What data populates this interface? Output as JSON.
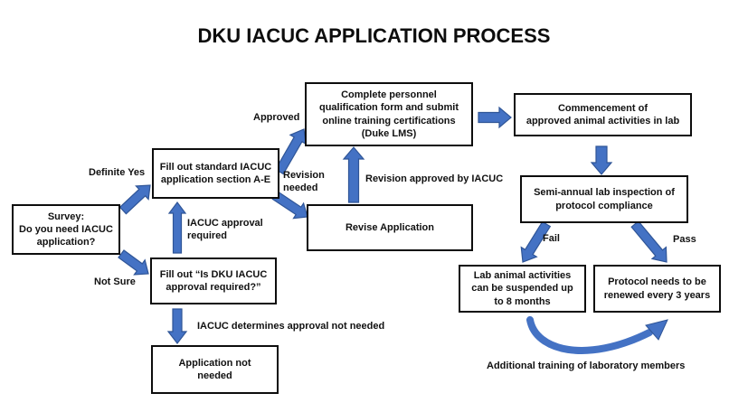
{
  "title": "DKU IACUC APPLICATION PROCESS",
  "colors": {
    "arrow_fill": "#4472C4",
    "arrow_stroke": "#2F5597",
    "box_border": "#0D0D0D",
    "text": "#111111",
    "background": "#FFFFFF"
  },
  "boxes": {
    "survey": {
      "text": "Survey:\nDo you need IACUC\napplication?"
    },
    "fill_standard": {
      "text": "Fill out standard IACUC\napplication section A-E"
    },
    "complete_personnel": {
      "text": "Complete personnel\nqualification form and submit\nonline training certifications\n(Duke LMS)"
    },
    "commencement": {
      "text": "Commencement of\napproved animal activities in lab"
    },
    "semi_annual": {
      "text": "Semi-annual lab inspection of\nprotocol compliance"
    },
    "revise": {
      "text": "Revise Application"
    },
    "fill_is_dku": {
      "text": "Fill out “Is DKU IACUC\napproval required?”"
    },
    "application_not_needed": {
      "text": "Application not\nneeded"
    },
    "lab_suspended": {
      "text": "Lab animal activities\ncan be suspended up\nto 8 months"
    },
    "protocol_renewed": {
      "text": "Protocol needs to be\nrenewed every 3 years"
    }
  },
  "labels": {
    "definite_yes": "Definite Yes",
    "not_sure": "Not Sure",
    "iacuc_approval_required": "IACUC approval\nrequired",
    "approved": "Approved",
    "revision_needed": "Revision\nneeded",
    "revision_approved": "Revision approved by IACUC",
    "iacuc_determines": "IACUC determines approval not needed",
    "fail": "Fail",
    "pass": "Pass",
    "additional_training": "Additional training of laboratory members"
  },
  "flow": [
    {
      "from": "survey",
      "to": "fill_standard",
      "label": "Definite Yes"
    },
    {
      "from": "survey",
      "to": "fill_is_dku",
      "label": "Not Sure"
    },
    {
      "from": "fill_is_dku",
      "to": "fill_standard",
      "label": "IACUC approval required"
    },
    {
      "from": "fill_is_dku",
      "to": "application_not_needed",
      "label": "IACUC determines approval not needed"
    },
    {
      "from": "fill_standard",
      "to": "complete_personnel",
      "label": "Approved"
    },
    {
      "from": "fill_standard",
      "to": "revise",
      "label": "Revision needed"
    },
    {
      "from": "revise",
      "to": "complete_personnel",
      "label": "Revision approved by IACUC"
    },
    {
      "from": "complete_personnel",
      "to": "commencement",
      "label": ""
    },
    {
      "from": "commencement",
      "to": "semi_annual",
      "label": ""
    },
    {
      "from": "semi_annual",
      "to": "lab_suspended",
      "label": "Fail"
    },
    {
      "from": "semi_annual",
      "to": "protocol_renewed",
      "label": "Pass"
    },
    {
      "from": "lab_suspended",
      "to": "protocol_renewed",
      "label": "Additional training of laboratory members"
    }
  ]
}
